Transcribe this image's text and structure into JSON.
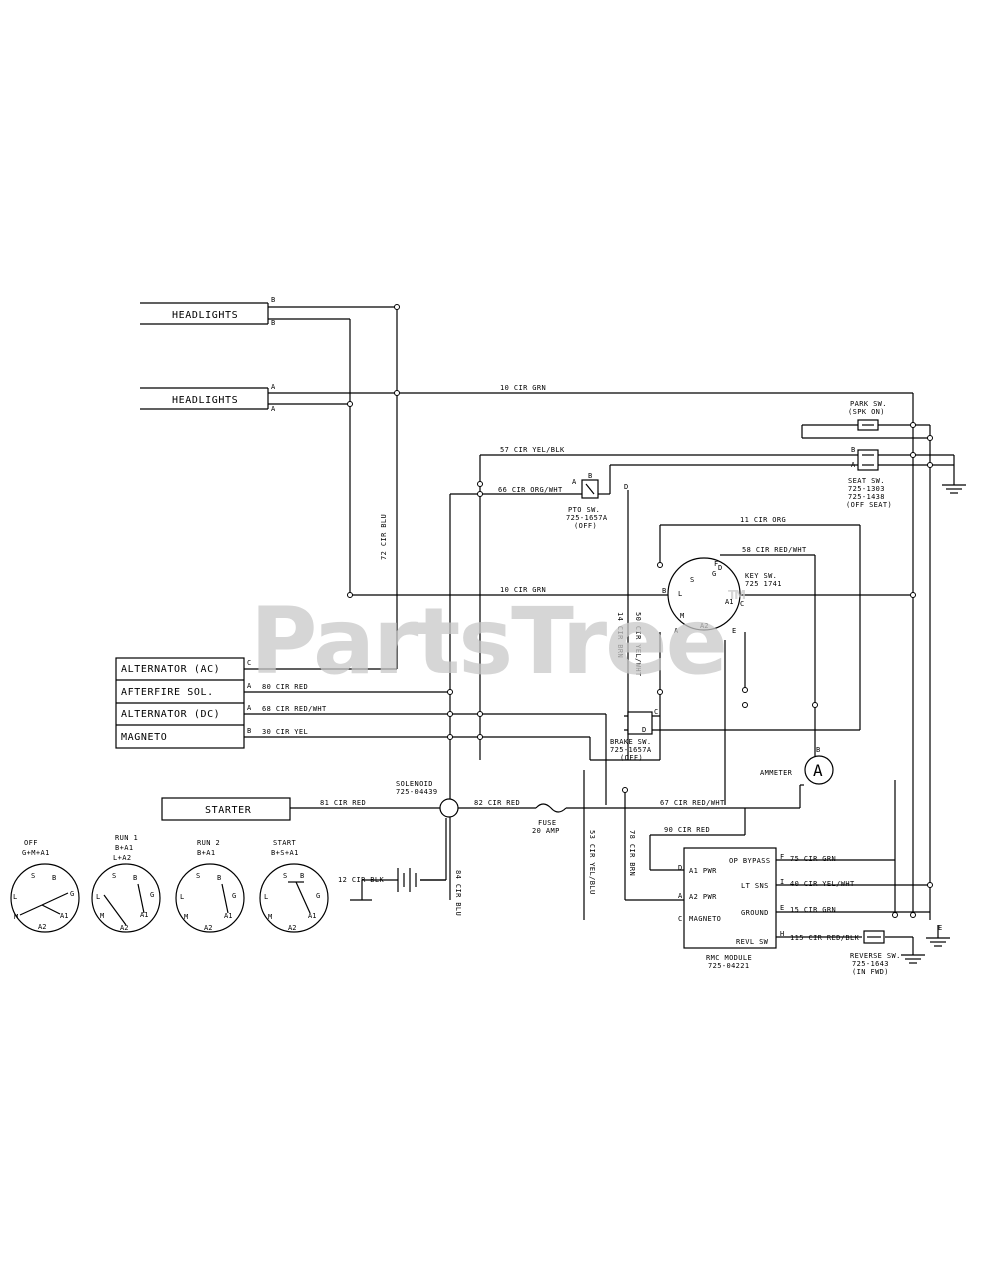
{
  "watermark": {
    "text": "PartsTree",
    "tm": "TM"
  },
  "components": {
    "headlights_b": "HEADLIGHTS",
    "headlights_a": "HEADLIGHTS",
    "alternator_ac": "ALTERNATOR (AC)",
    "afterfire_sol": "AFTERFIRE SOL.",
    "alternator_dc": "ALTERNATOR (DC)",
    "magneto": "MAGNETO",
    "starter": "STARTER",
    "ammeter": "AMMETER",
    "ammeter_symbol": "A"
  },
  "wires": {
    "w10_top": "10 CIR GRN",
    "w57": "57 CIR YEL/BLK",
    "w66": "66 CIR ORG/WHT",
    "w72": "72 CIR BLU",
    "w10_mid": "10 CIR GRN",
    "w11": "11 CIR ORG",
    "w58": "58 CIR RED/WHT",
    "w80_alt": "80 CIR RED",
    "w68": "68 CIR RED/WHT",
    "w30": "30 CIR YEL",
    "w81": "81 CIR RED",
    "w82": "82 CIR RED",
    "w67": "67 CIR RED/WHT",
    "w90": "90 CIR RED",
    "w12": "12 CIR BLK",
    "w84": "84 CIR BLU",
    "w53": "53 CIR YEL/BLU",
    "w78": "78 CIR BRN",
    "w14": "14 CIR BRN",
    "w50": "50 CIR YEL/WHT",
    "w75": "75 CIR GRN",
    "w40": "40 CIR YEL/WHT",
    "w15": "15 CIR GRN",
    "w115": "115 CIR RED/BLK"
  },
  "switches": {
    "park_sw": [
      "PARK SW.",
      "(SPK ON)"
    ],
    "seat_sw": [
      "SEAT SW.",
      "725-1303",
      "725-1438",
      "(OFF SEAT)"
    ],
    "pto_sw": [
      "PTO SW.",
      "725-1657A",
      "(OFF)"
    ],
    "key_sw": [
      "KEY SW.",
      "725 1741"
    ],
    "brake_sw": [
      "BRAKE SW.",
      "725-1657A",
      "(OFF)"
    ],
    "solenoid": [
      "SOLENOID",
      "725-04439"
    ],
    "fuse": [
      "FUSE",
      "20 AMP"
    ],
    "rmc_module": [
      "RMC MODULE",
      "725-04221"
    ],
    "reverse_sw": [
      "REVERSE SW.",
      "725-1643",
      "(IN FWD)"
    ]
  },
  "rmc_pins": [
    "A1 PWR",
    "A2 PWR",
    "MAGNETO",
    "OP BYPASS",
    "LT SNS",
    "GROUND",
    "REVL SW"
  ],
  "key_positions": [
    {
      "title": "OFF",
      "sub": "G+M+A1"
    },
    {
      "title": "RUN 1",
      "sub": "B+A1",
      "sub2": "L+A2"
    },
    {
      "title": "RUN 2",
      "sub": "B+A1"
    },
    {
      "title": "START",
      "sub": "B+S+A1"
    }
  ],
  "key_pin_labels": [
    "S",
    "B",
    "L",
    "G",
    "M",
    "A1",
    "A2"
  ]
}
